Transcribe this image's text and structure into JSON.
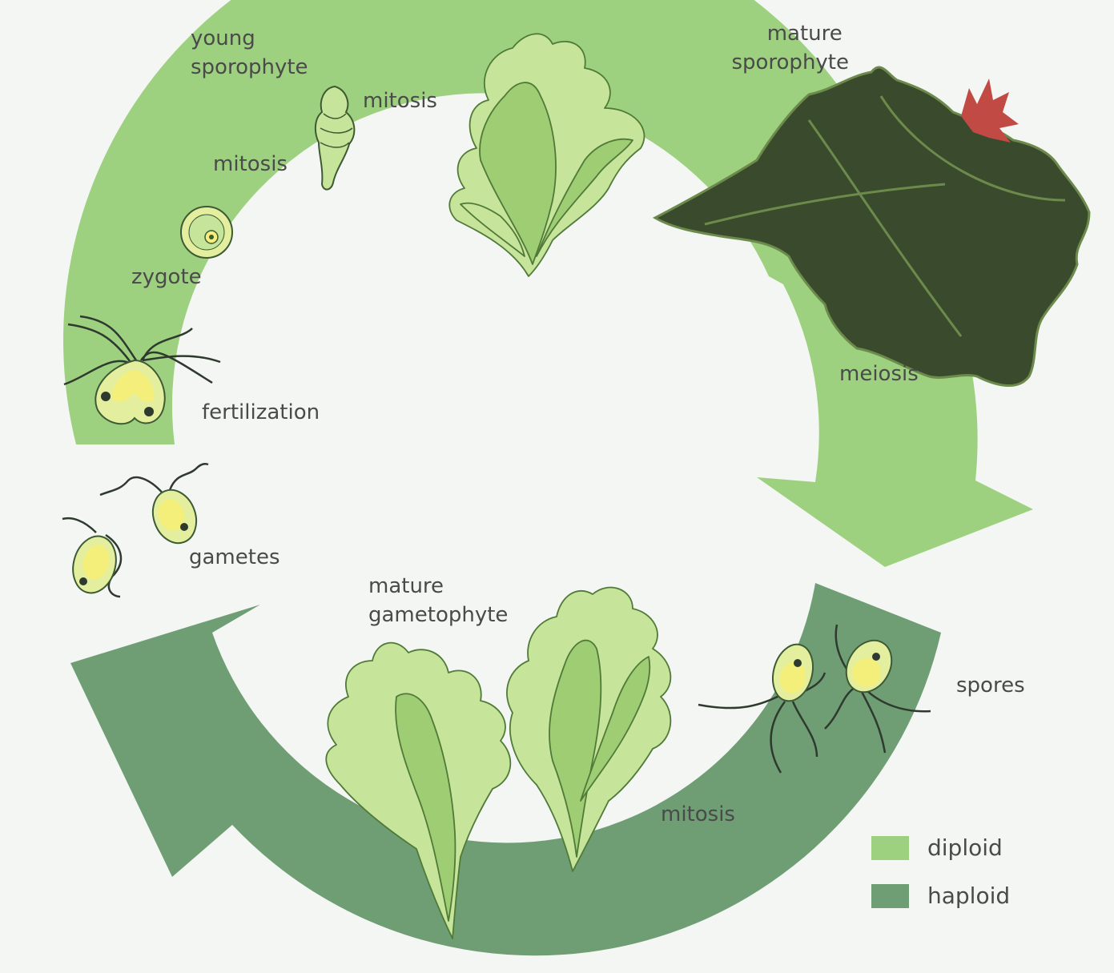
{
  "colors": {
    "background": "#f4f6f3",
    "diploid": "#9ed17f",
    "haploid": "#6f9e74",
    "cell_fill": "#e3ef9e",
    "cell_inner": "#f3ef7a",
    "outline": "#3d5a34",
    "flagella": "#2f3a2f",
    "leaf_light": "#c6e49a",
    "leaf_mid": "#9fcd74",
    "leaf_dark": "#4f7a38",
    "mature_sporophyte": "#3a4a2c",
    "mature_sporophyte_edge": "#6c8a4c",
    "red_tip": "#c24a44",
    "text": "#4a4a4a"
  },
  "labels": {
    "young_sporophyte": [
      "young",
      "sporophyte"
    ],
    "mature_sporophyte": [
      "mature",
      "sporophyte"
    ],
    "mitosis_top": "mitosis",
    "mitosis_left": "mitosis",
    "zygote": "zygote",
    "fertilization": "fertilization",
    "gametes": "gametes",
    "meiosis": "meiosis",
    "mature_gametophyte": [
      "mature",
      "gametophyte"
    ],
    "spores": "spores",
    "mitosis_bottom": "mitosis"
  },
  "legend": [
    {
      "label": "diploid",
      "color_key": "diploid"
    },
    {
      "label": "haploid",
      "color_key": "haploid"
    }
  ],
  "icons": [
    "young-sporophyte-icon",
    "zygote-icon",
    "fertilization-cell-icon",
    "gamete-icon",
    "spore-icon",
    "sea-lettuce-sporophyte-icon",
    "mature-sporophyte-icon",
    "mature-gametophyte-icon"
  ]
}
